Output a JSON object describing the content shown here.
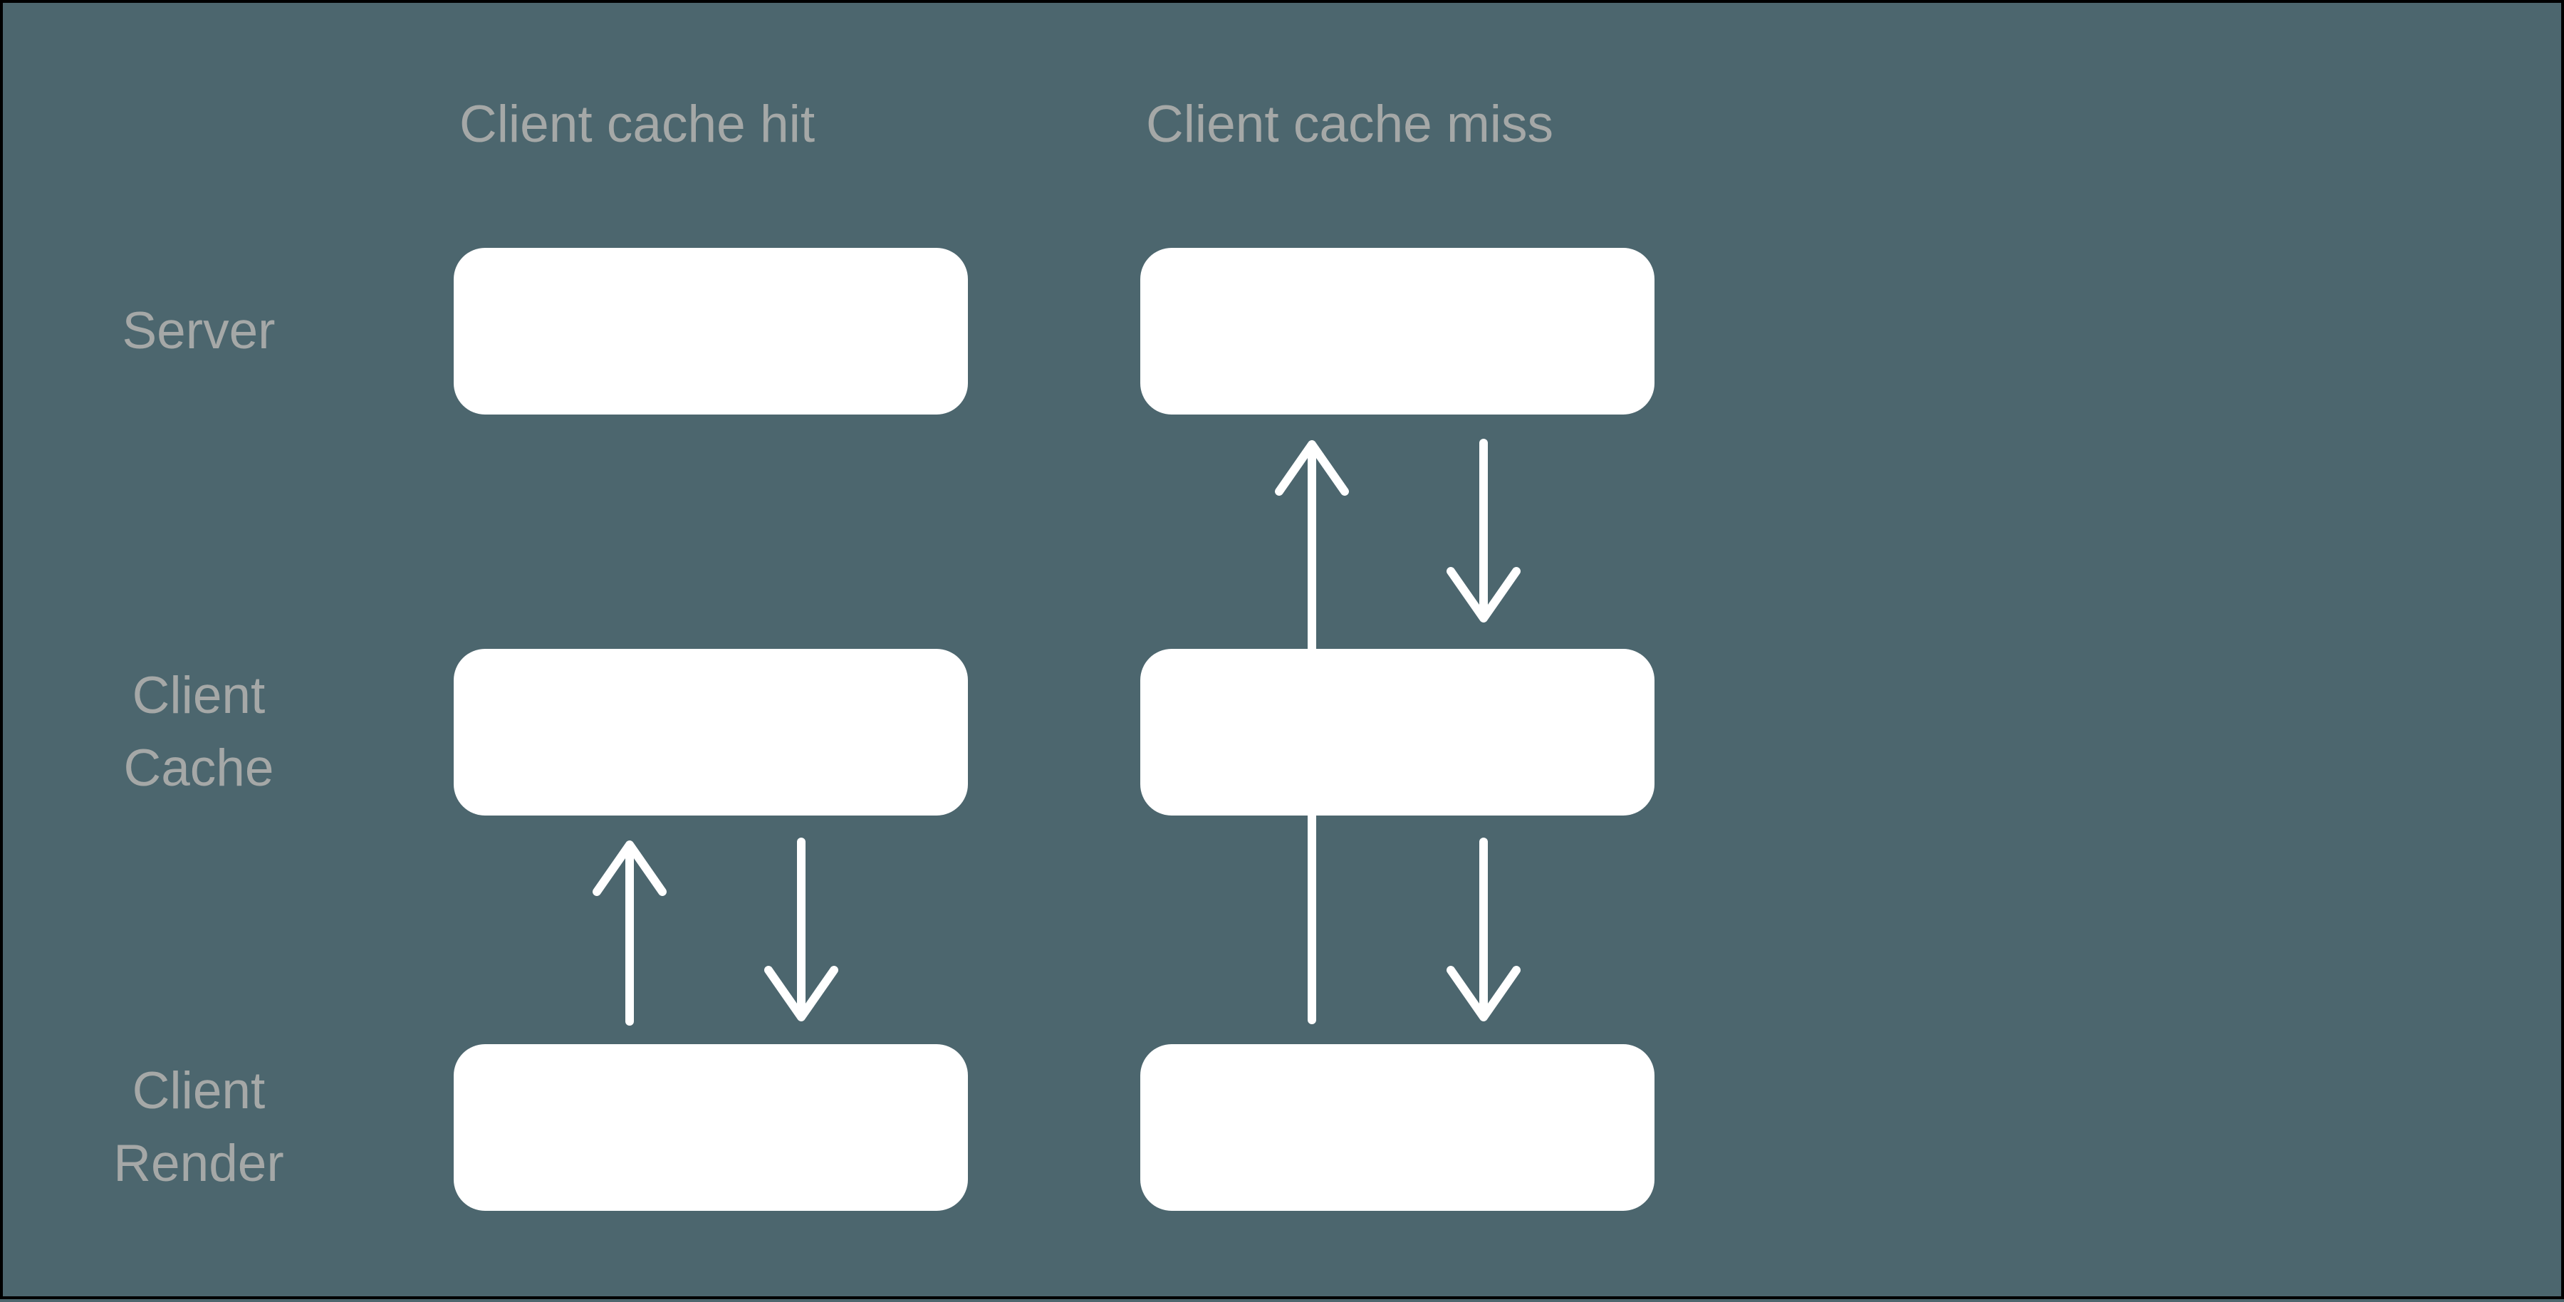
{
  "colors": {
    "background": "#4C666E",
    "frame": "#000000",
    "box": "#ffffff",
    "text": "#A5A8A7",
    "arrow": "#ffffff"
  },
  "columns": [
    {
      "header": "Client cache hit"
    },
    {
      "header": "Client cache miss"
    }
  ],
  "rows": [
    {
      "label_lines": [
        "Server"
      ]
    },
    {
      "label_lines": [
        "Client",
        "Cache"
      ]
    },
    {
      "label_lines": [
        "Client",
        "Render"
      ]
    }
  ],
  "arrows": [
    {
      "column": "Client cache hit",
      "direction": "up",
      "from": "Client Render",
      "to": "Client Cache"
    },
    {
      "column": "Client cache hit",
      "direction": "down",
      "from": "Client Cache",
      "to": "Client Render"
    },
    {
      "column": "Client cache miss",
      "direction": "up",
      "from": "Client Render",
      "to": "Server"
    },
    {
      "column": "Client cache miss",
      "direction": "down",
      "from": "Server",
      "to": "Client Cache"
    },
    {
      "column": "Client cache miss",
      "direction": "down",
      "from": "Client Cache",
      "to": "Client Render"
    }
  ]
}
